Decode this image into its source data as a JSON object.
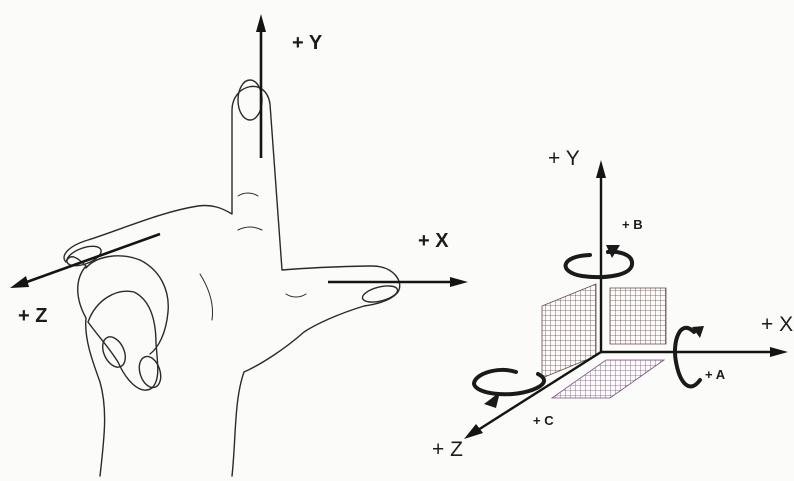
{
  "hand_diagram": {
    "labels": {
      "y": "+ Y",
      "x": "+ X",
      "z": "+ Z"
    }
  },
  "axes_diagram": {
    "labels": {
      "y": "+ Y",
      "x": "+ X",
      "z": "+ Z",
      "b": "+ B",
      "a": "+ A",
      "c": "+ C"
    }
  }
}
